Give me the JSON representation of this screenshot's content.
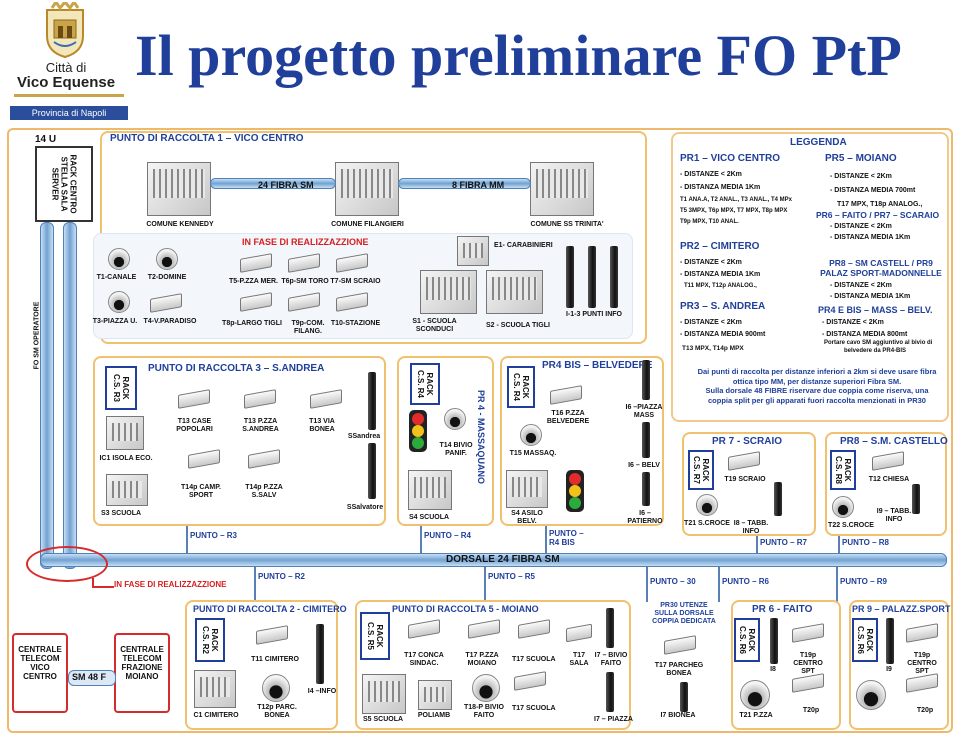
{
  "title": "Il progetto preliminare FO PtP",
  "logo": {
    "line1": "Città di",
    "line2": "Vico Equense",
    "line3": "Provincia di Napoli"
  },
  "header": {
    "u14": "14 U",
    "sala_server": "RACK CENTRO STELLA SALA SERVER",
    "punto1": "PUNTO DI RACCOLTA 1 – VICO CENTRO",
    "fibra_sm": "24 FIBRA SM",
    "fibra_mm": "8 FIBRA MM",
    "kennedy": "COMUNE KENNEDY",
    "filangieri": "COMUNE FILANGIERI",
    "trinita": "COMUNE SS TRINITA'"
  },
  "realizzazione": "IN FASE DI REALIZZAZZIONE",
  "realizzazione2": "IN FASE DI REALIZZAZZIONE",
  "p1_items": {
    "t1": "T1-CANALE",
    "t2": "T2-DOMINE",
    "t3": "T3-PIAZZA U.",
    "t4": "T4-V.PARADISO",
    "t5": "T5-P.ZZA MER.",
    "t6": "T6p-SM TORO",
    "t7": "T7-SM SCRAIO",
    "t8": "T8p-LARGO TIGLI",
    "t9": "T9p-COM. FILANG.",
    "t10": "T10-STAZIONE",
    "e1": "E1- CARABINIERI",
    "s1": "S1 - SCUOLA SCONDUCI",
    "s2": "S2 - SCUOLA TIGLI",
    "i13": "I-1-3 PUNTI INFO"
  },
  "legend": {
    "title": "LEGGENDA",
    "pr1_h": "PR1 – VICO CENTRO",
    "pr1": [
      "- DISTANZE < 2Km",
      "- DISTANZA MEDIA 1Km",
      "T1 ANA.A, T2 ANAL., T3 ANAL., T4 MPx",
      "T5 3MPX, T6p MPX, T7 MPX, T8p MPX",
      "T9p MPX, T10 ANAL."
    ],
    "pr5_h": "PR5 – MOIANO",
    "pr5": [
      "- DISTANZE < 2Km",
      "- DISTANZA MEDIA 700mt",
      "T17 MPX, T18p ANALOG.,"
    ],
    "pr6_h": "PR6 – FAITO / PR7 – SCARAIO",
    "pr6": [
      "- DISTANZE < 2Km",
      "- DISTANZA MEDIA 1Km"
    ],
    "pr2_h": "PR2 – CIMITERO",
    "pr2": [
      "- DISTANZE < 2Km",
      "- DISTANZA MEDIA 1Km",
      "T11 MPX, T12p ANALOG.,"
    ],
    "pr8_h": "PR8 – SM CASTELL / PR9 PALAZ SPORT-MADONNELLE",
    "pr8": [
      "- DISTANZE < 2Km",
      "- DISTANZA MEDIA 1Km"
    ],
    "pr3_h": "PR3 – S. ANDREA",
    "pr3": [
      "- DISTANZE < 2Km",
      "- DISTANZA MEDIA 900mt",
      "T13 MPX, T14p MPX"
    ],
    "pr4_h": "PR4 E BIS – MASS – BELV.",
    "pr4": [
      "- DISTANZE < 2Km",
      "- DISTANZA MEDIA 800mt",
      "Portare cavo SM aggiuntivo al bivio di",
      "belvedere da PR4-BIS"
    ],
    "note": [
      "Dai punti di raccolta per distanze inferiori a 2km si deve usare fibra",
      "ottica tipo MM, per distanze superiori Fibra SM.",
      "Sulla dorsale 48 FIBRE riservare due coppia come riserva, una",
      "coppia split per gli apparati fuori raccolta menzionati in PR30"
    ]
  },
  "fo_operatore": "FO SM OPERATORE",
  "pr3": {
    "title": "PUNTO DI RACCOLTA 3 – S.ANDREA",
    "rack": "RACK C.S. R3",
    "t13a": "T13 CASE POPOLARI",
    "t13b": "T13 P.ZZA S.ANDREA",
    "t13c": "T13 VIA BONEA",
    "ic1": "IC1 ISOLA ECO.",
    "t14a": "T14p CAMP. SPORT",
    "t14b": "T14p P.ZZA S.SALV",
    "s3": "S3 SCUOLA",
    "ssandrea": "SSandrea",
    "ssalvatore": "SSalvatore"
  },
  "pr4": {
    "rack": "RACK C.S. R4",
    "t14": "T14 BIVIO PANIF.",
    "s4": "S4 SCUOLA",
    "massaquano": "PR 4 - MASSAQUANO"
  },
  "pr4bis": {
    "title": "PR4 BIS – BELVEDERE",
    "rack": "RACK C.S. R4",
    "t16": "T16 P.ZZA BELVEDERE",
    "t15": "T15 MASSAQ.",
    "s4b": "S4 ASILO BELV.",
    "i6a": "I6 –PIAZZA MASS",
    "i6b": "I6 – BELV",
    "i6c": "I6 – PATIERNO"
  },
  "pr7": {
    "title": "PR 7 - SCRAIO",
    "rack": "RACK C.S. R7",
    "t19": "T19 SCRAIO",
    "t21": "T21 S.CROCE",
    "i8": "I8 – TABB. INFO"
  },
  "pr8": {
    "title": "PR8 – S.M. CASTELLO",
    "rack": "RACK C.S. R8",
    "t12": "T12 CHIESA",
    "t22": "T22 S.CROCE",
    "i9": "I9 – TABB. INFO"
  },
  "punti": {
    "r3": "PUNTO – R3",
    "r4": "PUNTO – R4",
    "r4bis": "PUNTO – R4 BIS",
    "r7": "PUNTO – R7",
    "r8": "PUNTO – R8",
    "r2": "PUNTO – R2",
    "r5": "PUNTO – R5",
    "p30": "PUNTO – 30",
    "r6": "PUNTO – R6",
    "r9": "PUNTO – R9"
  },
  "dorsale": "DORSALE 24 FIBRA SM",
  "sm48": "SM 48 F",
  "centrale1": "CENTRALE TELECOM VICO CENTRO",
  "centrale2": "CENTRALE TELECOM FRAZIONE MOIANO",
  "pr2": {
    "title": "PUNTO DI RACCOLTA 2 - CIMITERO",
    "rack": "RACK C.S. R2",
    "t11": "T11 CIMITERO",
    "i4": "I4 –INFO",
    "t12p": "T12p PARC. BONEA",
    "c1": "C1 CIMITERO"
  },
  "pr5": {
    "title": "PUNTO DI RACCOLTA 5 - MOIANO",
    "rack": "RACK C.S. R5",
    "t17a": "T17 CONCA SINDAC.",
    "t17b": "T17 P.ZZA MOIANO",
    "t17c": "T17 SCUOLA",
    "t17d": "T17 SALA",
    "i7a": "I7 – BIVIO FAITO",
    "s5": "S5 SCUOLA",
    "poliamb": "POLIAMB",
    "t18": "T18-P BIVIO FAITO",
    "t17e": "T17 SCUOLA",
    "i7b": "I7 – PIAZZA"
  },
  "pr30": {
    "title": "PR30 UTENZE SULLA DORSALE COPPIA DEDICATA",
    "t17p": "T17 PARCHEG BONEA",
    "i7c": "I7 BIONEA"
  },
  "pr6": {
    "title": "PR 6 - FAITO",
    "rack": "RACK C.S. R6",
    "i8": "I8",
    "t19p": "T19p CENTRO SPT",
    "t21": "T21 P.ZZA",
    "t20": "T20p"
  },
  "pr9": {
    "title": "PR 9 – PALAZZ.SPORT",
    "rack": "RACK C.S. R6",
    "i9": "I9",
    "t19p": "T19p CENTRO SPT",
    "t20": "T20p"
  }
}
